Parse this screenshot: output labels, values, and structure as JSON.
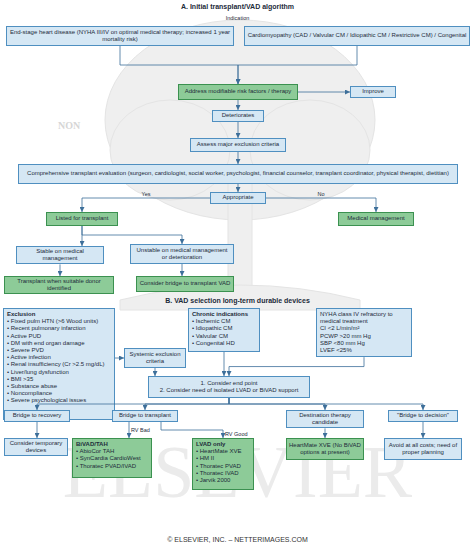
{
  "diagram": {
    "nodes": [
      {
        "text": [
          "End-stage heart disease (NYHA III/IV on optimal medical therapy; increased 1 year mortality risk)"
        ]
      },
      {
        "text": [
          "Cardiomyopathy (CAD / Valvular CM / Idiopathic CM / Restrictive CM) / Congenital"
        ]
      },
      {
        "text": [
          "Address modifiable risk factors / therapy"
        ]
      },
      {
        "text": [
          "Improve"
        ]
      },
      {
        "text": [
          "Deteriorates"
        ]
      },
      {
        "text": [
          "Assess major exclusion criteria"
        ]
      },
      {
        "text": [
          "Comprehensive transplant evaluation (surgeon, cardiologist, social worker, psychologist, financial counselor, transplant coordinator, physical therapist, dietitian)"
        ]
      },
      {
        "text": [
          "Appropriate"
        ]
      },
      {
        "text": [
          "Listed for transplant"
        ]
      },
      {
        "text": [
          "Medical management"
        ]
      },
      {
        "text": [
          "Stable on medical management"
        ]
      },
      {
        "text": [
          "Unstable on medical management or deterioration"
        ]
      },
      {
        "text": [
          "Transplant when suitable donor identified"
        ]
      },
      {
        "text": [
          "Consider bridge to transplant VAD"
        ]
      },
      {
        "text": [
          "Exclusion",
          "• Fixed pulm HTN (>6 Wood units)",
          "• Recent pulmonary infarction",
          "• Active PUD",
          "• DM with end organ damage",
          "• Severe PVD",
          "• Active infection",
          "• Renal insufficiency (Cr >2.5 mg/dL)",
          "• Liver/lung dysfunction",
          "• BMI >35",
          "• Substance abuse",
          "• Noncompliance",
          "• Severe psychological issues"
        ]
      },
      {
        "text": [
          "Chronic indications",
          "• Ischemic CM",
          "• Idiopathic CM",
          "• Valvular CM",
          "• Congenital HD"
        ]
      },
      {
        "text": [
          "NYHA class IV refractory to medical treatment",
          "CI <2 L/min/m²",
          "PCWP >20 mm Hg",
          "SBP <80 mm Hg",
          "LVEF <25%"
        ]
      },
      {
        "text": [
          "Systemic exclusion criteria"
        ]
      },
      {
        "text": [
          "1. Consider end point",
          "2. Consider need of isolated LVAD or BiVAD support"
        ]
      },
      {
        "text": [
          "Bridge to recovery"
        ]
      },
      {
        "text": [
          "Bridge to transplant"
        ]
      },
      {
        "text": [
          "Destination therapy candidate"
        ]
      },
      {
        "text": [
          "\"Bridge to decision\""
        ]
      },
      {
        "text": [
          "Consider temporary devices"
        ]
      },
      {
        "text": [
          "BiVAD/TAH",
          "• AbioCor TAH",
          "• SynCardia CardioWest",
          "• Thoratec PVAD/IVAD"
        ]
      },
      {
        "text": [
          "LVAD only",
          "• HeartMate XVE",
          "• HM II",
          "• Thoratec PVAD",
          "• Thoratec IVAD",
          "• Jarvik 2000"
        ]
      },
      {
        "text": [
          "HeartMate XVE (No BiVAD options at present)"
        ]
      },
      {
        "text": [
          "Avoid at all costs; need of proper planning"
        ]
      }
    ],
    "edges": [
      {
        "from": 0,
        "to": 2,
        "arrow": "to"
      },
      {
        "from": 1,
        "to": 2,
        "arrow": "to"
      },
      {
        "from": 2,
        "to": 3,
        "arrow": "to"
      },
      {
        "from": 2,
        "to": 4,
        "arrow": "to"
      },
      {
        "from": 4,
        "to": 5,
        "arrow": "to"
      },
      {
        "from": 5,
        "to": 6,
        "arrow": "to"
      },
      {
        "from": 6,
        "to": 7,
        "arrow": "to"
      },
      {
        "from": 7,
        "to": 8,
        "label": "Yes",
        "arrow": "to"
      },
      {
        "from": 7,
        "to": 9,
        "label": "No",
        "arrow": "to"
      },
      {
        "from": 8,
        "to": 10,
        "arrow": "to"
      },
      {
        "from": 8,
        "to": 11,
        "arrow": "to"
      },
      {
        "from": 10,
        "to": 12,
        "arrow": "to"
      },
      {
        "from": 11,
        "to": 13,
        "arrow": "to"
      },
      {
        "from": 14,
        "to": 17,
        "arrow": "to"
      },
      {
        "from": 15,
        "to": 18,
        "arrow": "to"
      },
      {
        "from": 16,
        "to": 18,
        "arrow": "to"
      },
      {
        "from": 17,
        "to": 18,
        "arrow": "to"
      },
      {
        "from": 18,
        "to": 19,
        "arrow": "to"
      },
      {
        "from": 18,
        "to": 20,
        "arrow": "to"
      },
      {
        "from": 18,
        "to": 21,
        "arrow": "to"
      },
      {
        "from": 18,
        "to": 22,
        "arrow": "to"
      },
      {
        "from": 19,
        "to": 23,
        "arrow": "to"
      },
      {
        "from": 20,
        "to": 24,
        "label": "RV Bad",
        "arrow": "to"
      },
      {
        "from": 20,
        "to": 25,
        "label": "RV Good",
        "arrow": "to"
      },
      {
        "from": 21,
        "to": 26,
        "arrow": "to"
      },
      {
        "from": 22,
        "to": 27,
        "arrow": "to"
      }
    ],
    "labels": [
      "A. Initial transplant/VAD algorithm",
      "Indication",
      "B. VAD selection long-term durable devices",
      "NON",
      "ELSEVIER",
      "© ELSEVIER, INC. – NETTERIMAGES.COM"
    ]
  }
}
